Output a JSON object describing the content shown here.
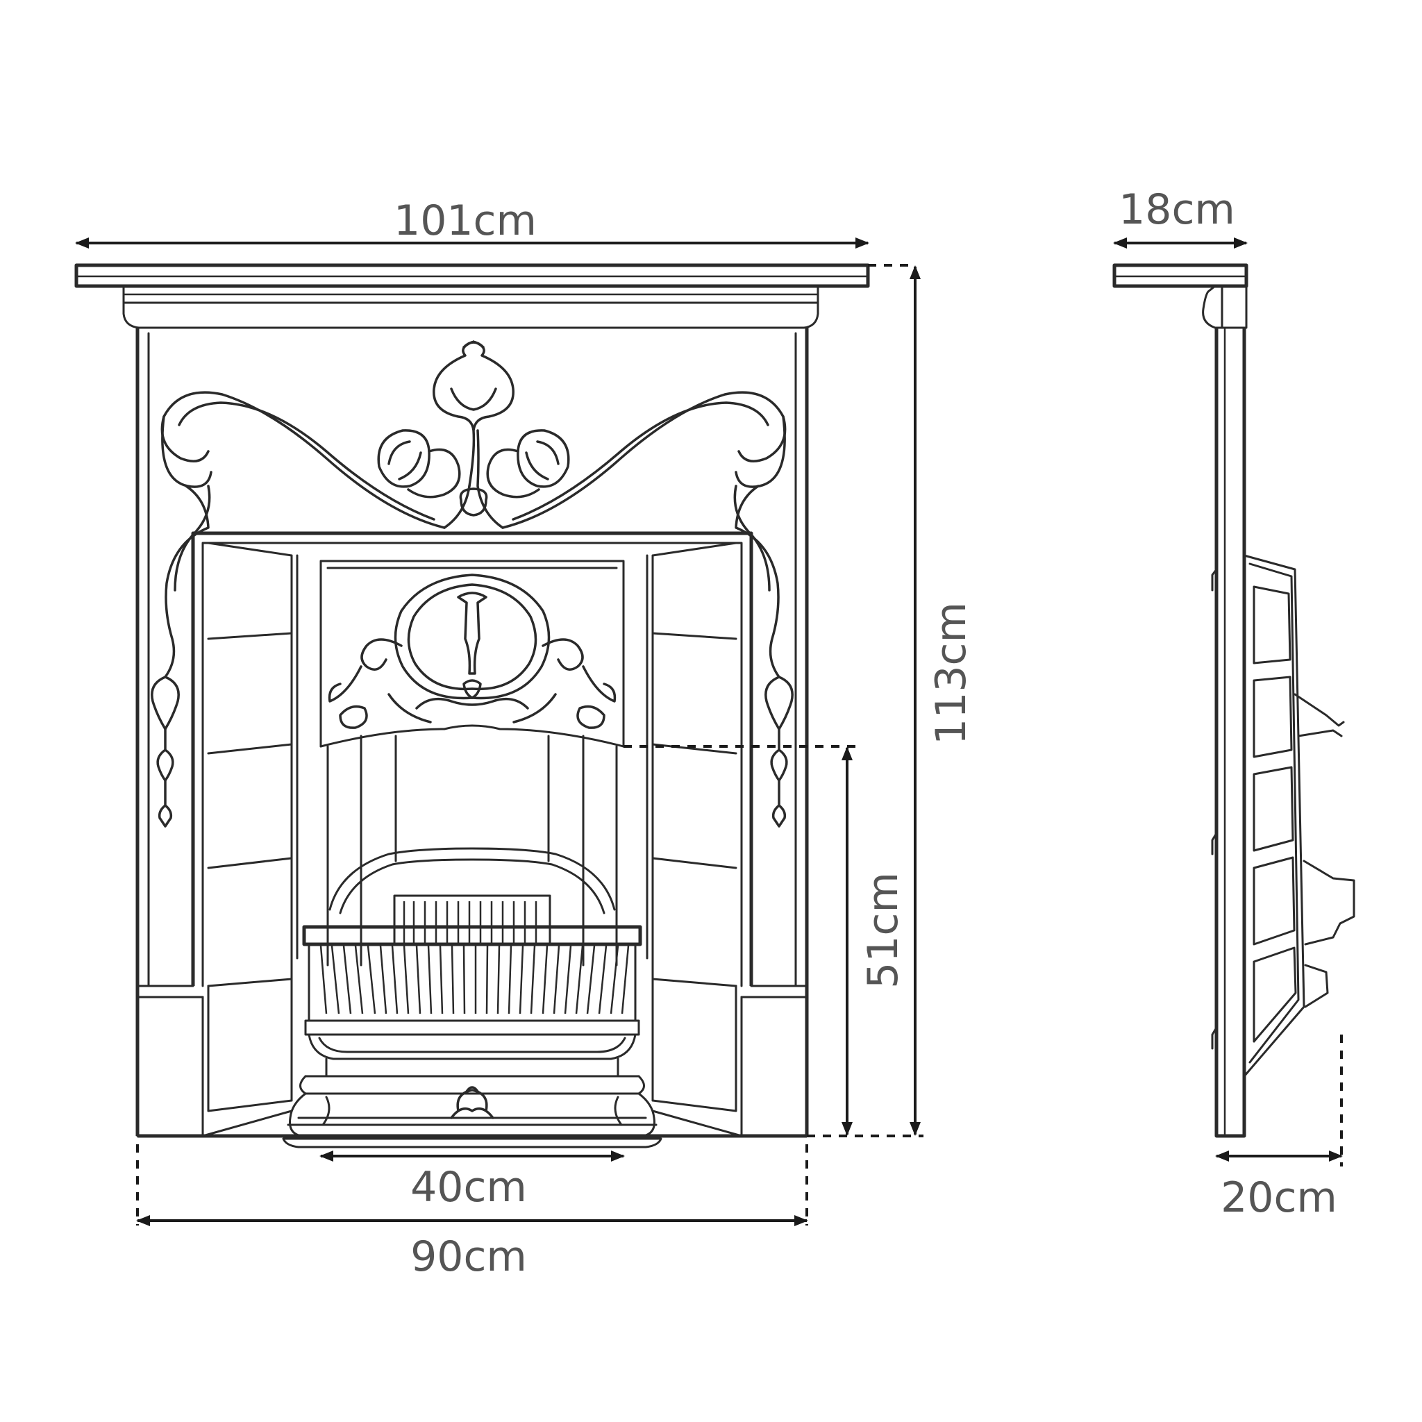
{
  "dimensions": {
    "mantel_width": "101cm",
    "overall_height": "113cm",
    "opening_height": "51cm",
    "grate_width": "40cm",
    "base_width": "90cm",
    "mantel_depth": "18cm",
    "overall_depth": "20cm"
  },
  "colors": {
    "line": "#2a2a2a",
    "label": "#555555",
    "background": "#ffffff"
  }
}
